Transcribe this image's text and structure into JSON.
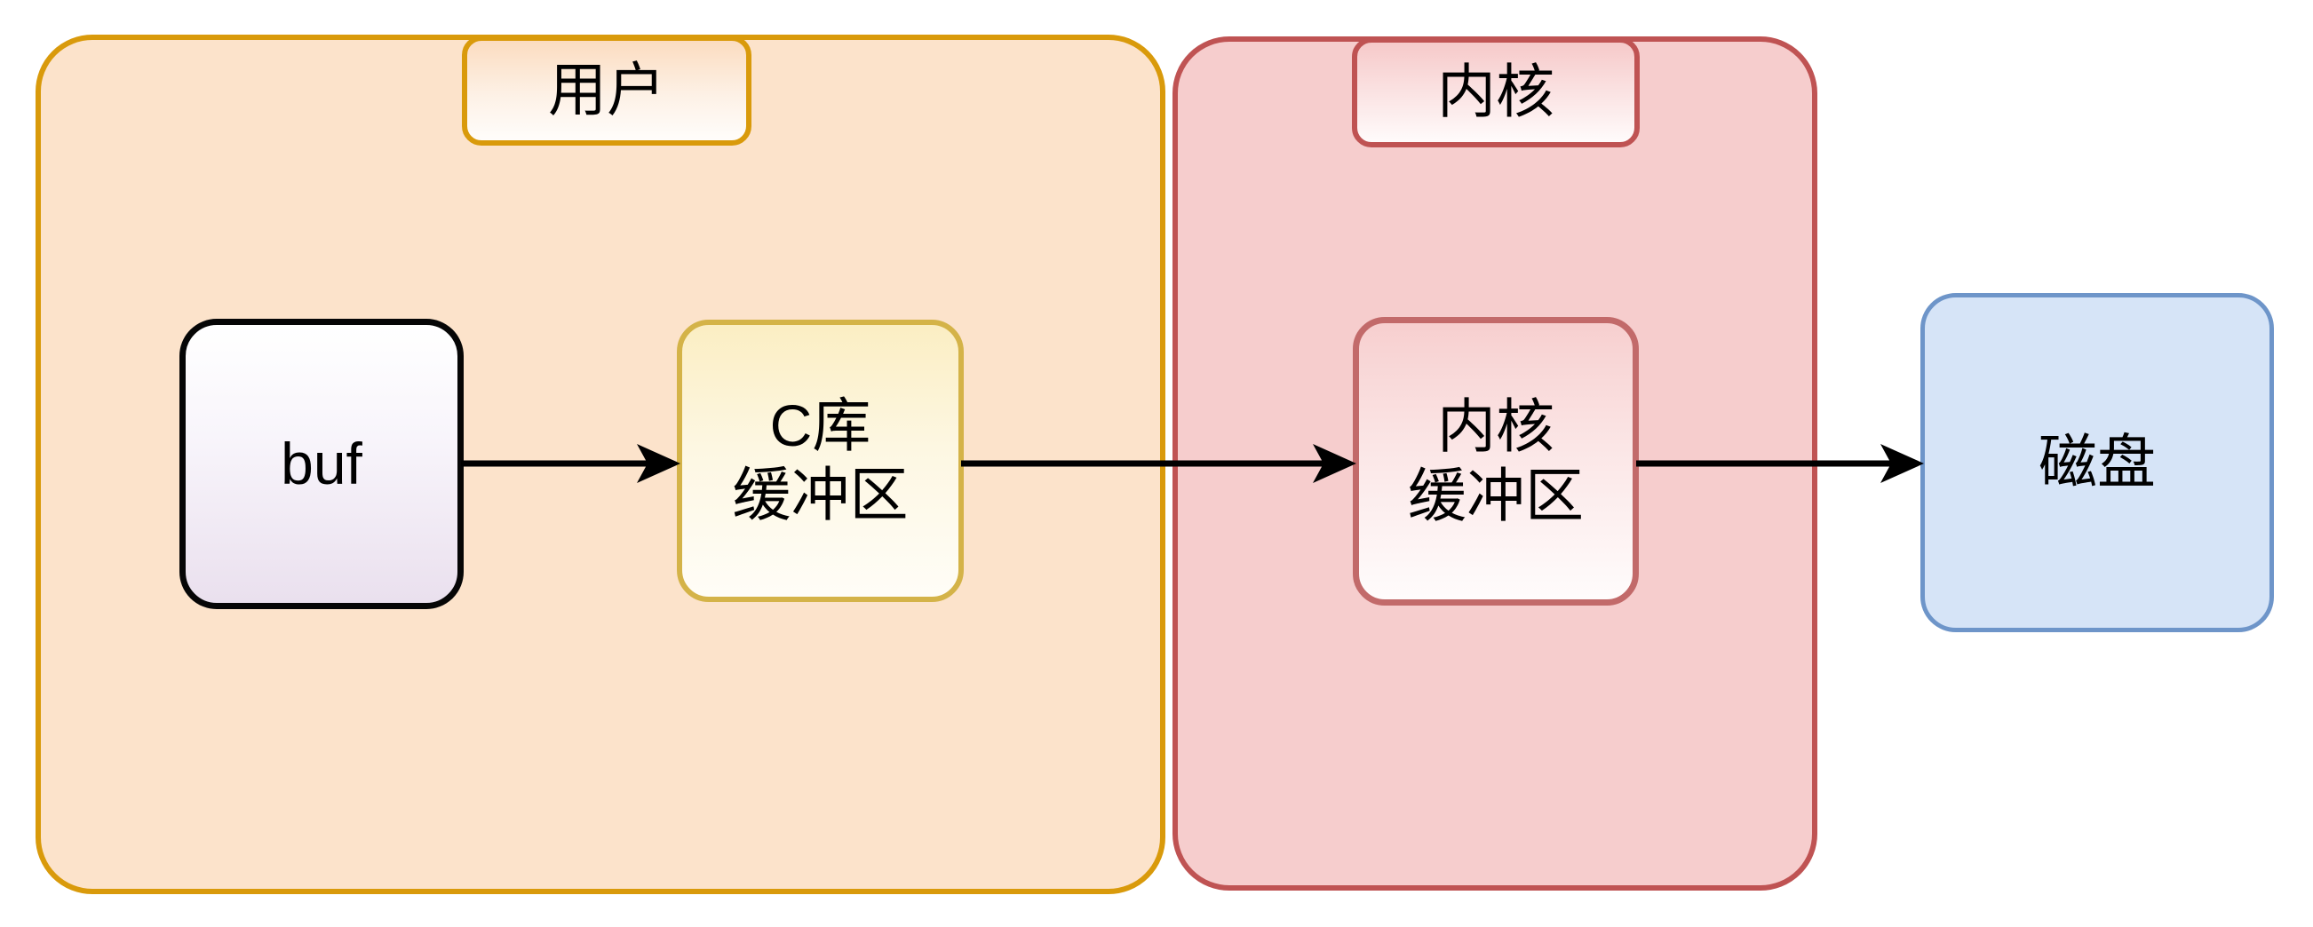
{
  "diagram": {
    "title": "",
    "background": "#ffffff",
    "regions": [
      {
        "id": "user",
        "label": "用户",
        "fill": "#fce3cb",
        "stroke": "#d99a0b"
      },
      {
        "id": "kernel",
        "label": "内核",
        "fill": "#f6cdcd",
        "stroke": "#bf5353"
      }
    ],
    "nodes": [
      {
        "id": "buf",
        "label": "buf",
        "fill": "#eae0ee",
        "stroke": "#060606",
        "region": "user"
      },
      {
        "id": "c_buffer",
        "label": "C库\n缓冲区",
        "fill": "#fbeec3",
        "stroke": "#d4b348",
        "region": "user"
      },
      {
        "id": "kernel_buffer",
        "label": "内核\n缓冲区",
        "fill": "#f7cfcf",
        "stroke": "#c26a6a",
        "region": "kernel"
      },
      {
        "id": "disk",
        "label": "磁盘",
        "fill": "#d6e4f7",
        "stroke": "#6e95c9",
        "region": "none"
      }
    ],
    "edges": [
      {
        "id": "buf-to-c-buffer",
        "from": "buf",
        "to": "c_buffer",
        "label": "",
        "color": "#000000"
      },
      {
        "id": "c-buffer-to-kernel-buffer",
        "from": "c_buffer",
        "to": "kernel_buffer",
        "label": "",
        "color": "#000000"
      },
      {
        "id": "kernel-buffer-to-disk",
        "from": "kernel_buffer",
        "to": "disk",
        "label": "",
        "color": "#000000"
      }
    ]
  }
}
